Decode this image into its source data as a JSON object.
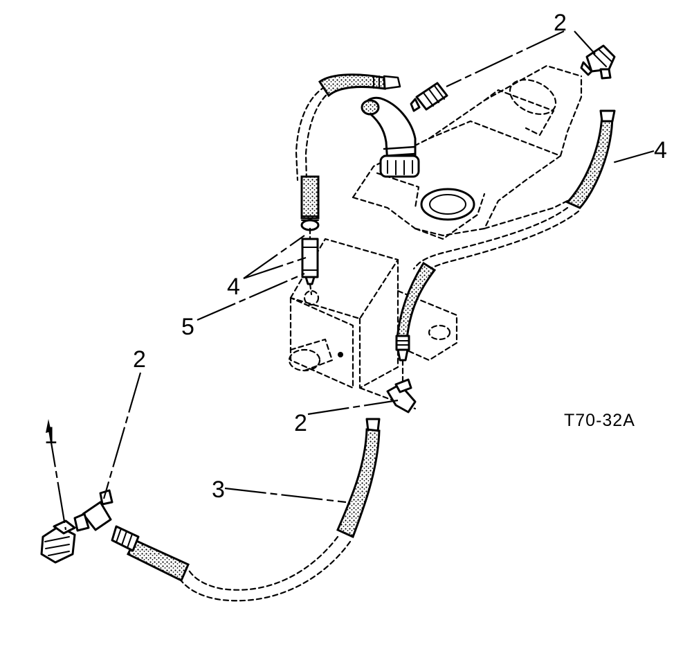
{
  "figure_id": "T70-32A",
  "callouts": {
    "c1": "1",
    "c2a": "2",
    "c2b": "2",
    "c2c": "2",
    "c3": "3",
    "c4a": "4",
    "c4b": "4",
    "c5": "5"
  },
  "parts": [
    {
      "icon": "plug-icon",
      "callout": "1"
    },
    {
      "icon": "elbow-fitting-icon",
      "callout": "2"
    },
    {
      "icon": "hose-icon",
      "callout": "3"
    },
    {
      "icon": "hose-icon",
      "callout": "4"
    },
    {
      "icon": "connector-fitting-icon",
      "callout": "5"
    }
  ]
}
